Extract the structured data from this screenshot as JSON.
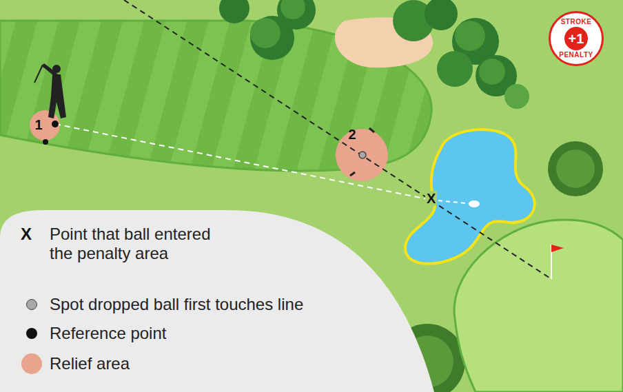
{
  "diagram": {
    "nodes": [
      {
        "text": [
          "1"
        ]
      },
      {
        "text": [
          "2"
        ]
      },
      {
        "text": [
          "STROKE",
          "+1",
          "PENALTY"
        ]
      }
    ],
    "labels": [
      "X",
      "X"
    ],
    "legend": [
      {
        "text": "Point that ball entered the penalty area"
      },
      {
        "text": "Spot dropped ball first touches line",
        "color": "#a8a8a8"
      },
      {
        "text": "Reference point",
        "color": "#111111"
      },
      {
        "text": "Relief area",
        "color": "#e8a48c"
      }
    ]
  }
}
